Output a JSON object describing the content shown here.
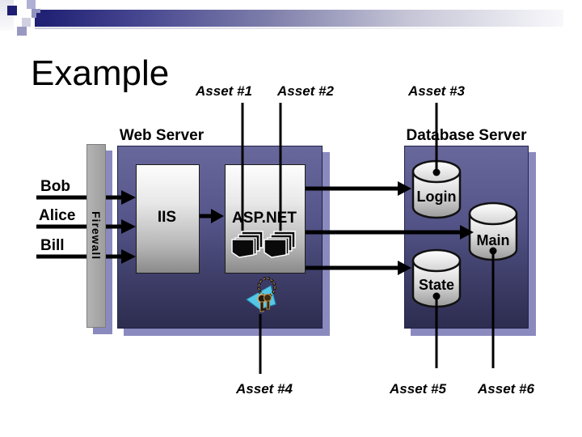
{
  "slide_title": "Example",
  "assets": [
    "Asset #1",
    "Asset #2",
    "Asset #3",
    "Asset #4",
    "Asset #5",
    "Asset #6"
  ],
  "servers": {
    "web_label": "Web Server",
    "database_label": "Database Server"
  },
  "users": [
    "Bob",
    "Alice",
    "Bill"
  ],
  "firewall_label": "Firewall",
  "web_components": {
    "iis": "IIS",
    "aspnet": "ASP.NET"
  },
  "databases": [
    "Login",
    "Main",
    "State"
  ],
  "icons": {
    "header_decoration": "pixel-squares-icon",
    "aspnet_documents": "document-stack-icon",
    "security": "keys-keyring-icon",
    "database_shape": "database-cylinder-icon",
    "connector": "arrow-icon"
  },
  "colors": {
    "header_navy": "#1e1e72",
    "box_slate_top": "#68689c",
    "box_slate_bottom": "#2d2d50",
    "shadow_periwinkle": "#8a8abf",
    "firewall_gray": "#a8a8a8",
    "key_cyan": "#55c8e8"
  }
}
